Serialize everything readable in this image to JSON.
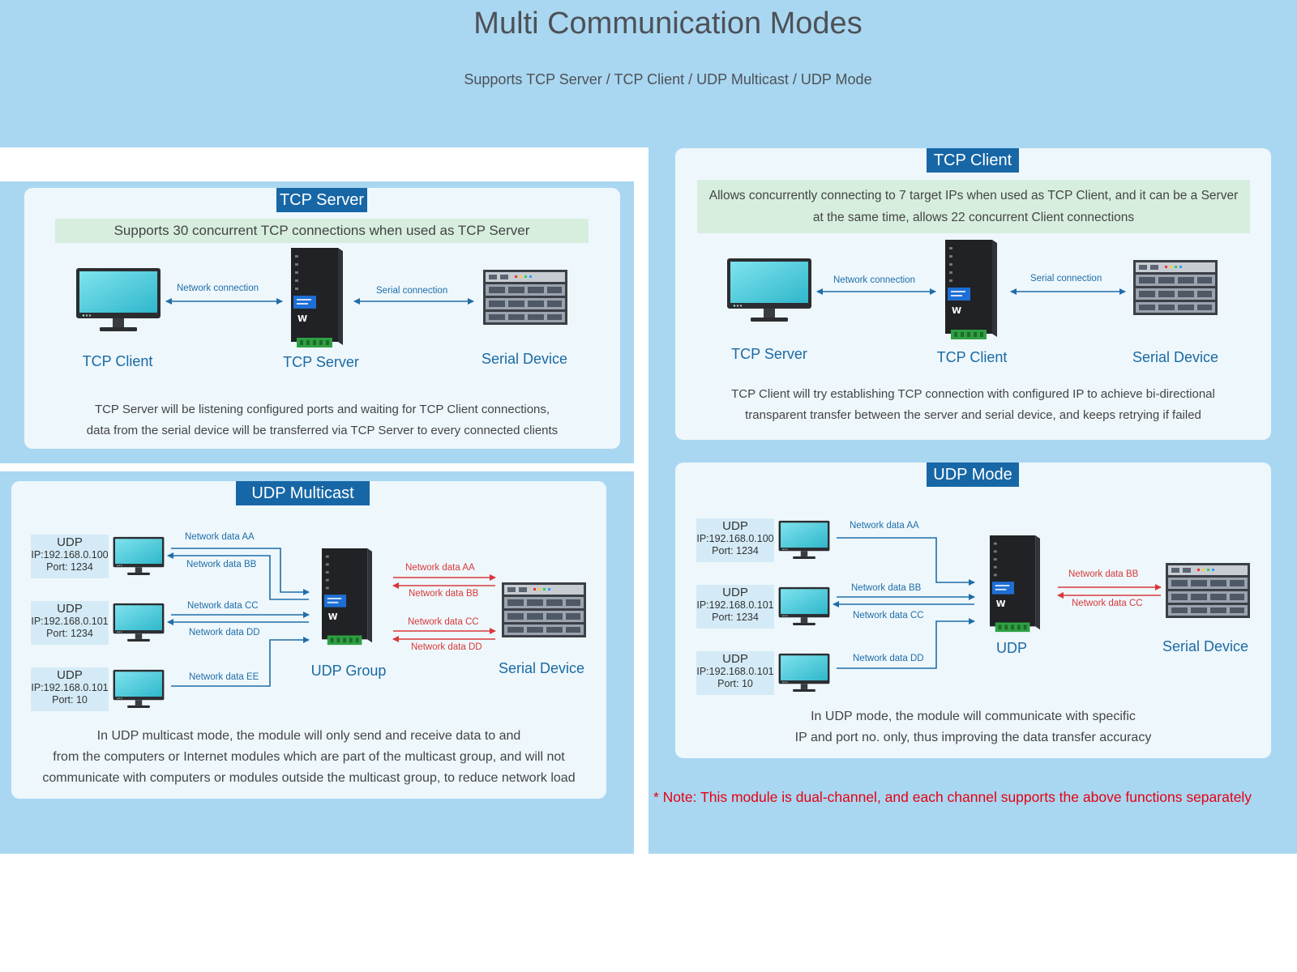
{
  "header": {
    "title": "Multi Communication Modes",
    "subtitle": "Supports TCP Server / TCP Client / UDP Multicast / UDP Mode"
  },
  "tcp_server": {
    "title": "TCP Server",
    "band": "Supports 30 concurrent TCP connections when used as TCP Server",
    "network_label": "Network connection",
    "serial_label": "Serial connection",
    "left_caption": "TCP Client",
    "center_caption": "TCP Server",
    "right_caption": "Serial Device",
    "desc_line1": "TCP Server will be listening configured ports and waiting for TCP Client connections,",
    "desc_line2": "data from the serial device will be transferred via TCP Server to every connected clients"
  },
  "tcp_client": {
    "title": "TCP Client",
    "band_line1": "Allows concurrently connecting to 7 target IPs when used as TCP Client, and it can be a Server",
    "band_line2": "at the same time, allows 22 concurrent Client connections",
    "network_label": "Network connection",
    "serial_label": "Serial connection",
    "left_caption": "TCP Server",
    "center_caption": "TCP Client",
    "right_caption": "Serial Device",
    "desc_line1": "TCP Client will try establishing TCP connection with configured IP to achieve bi-directional",
    "desc_line2": "transparent transfer between the server and serial device, and keeps retrying if failed"
  },
  "udp_multicast": {
    "title": "UDP Multicast",
    "clients": [
      {
        "proto": "UDP",
        "ip": "IP:192.168.0.100",
        "port": "Port:  1234"
      },
      {
        "proto": "UDP",
        "ip": "IP:192.168.0.101",
        "port": "Port:  1234"
      },
      {
        "proto": "UDP",
        "ip": "IP:192.168.0.101",
        "port": "Port:  10"
      }
    ],
    "labels": {
      "aa": "Network data AA",
      "bb": "Network data BB",
      "cc": "Network data CC",
      "dd": "Network data DD",
      "ee": "Network data EE",
      "r_aa": "Network data AA",
      "r_bb": "Network data BB",
      "r_cc": "Network data CC",
      "r_dd": "Network data DD"
    },
    "center_caption": "UDP Group",
    "right_caption": "Serial Device",
    "desc_line1": "In UDP multicast mode, the module will only send and receive data to and",
    "desc_line2": "from the computers or Internet modules which are part of the multicast group, and will not",
    "desc_line3": "communicate with computers or modules outside the multicast group, to reduce network load"
  },
  "udp_mode": {
    "title": "UDP Mode",
    "clients": [
      {
        "proto": "UDP",
        "ip": "IP:192.168.0.100",
        "port": "Port:  1234"
      },
      {
        "proto": "UDP",
        "ip": "IP:192.168.0.101",
        "port": "Port:  1234"
      },
      {
        "proto": "UDP",
        "ip": "IP:192.168.0.101",
        "port": "Port:  10"
      }
    ],
    "labels": {
      "aa": "Network data AA",
      "bb": "Network data BB",
      "cc": "Network data CC",
      "dd": "Network data DD",
      "r_bb": "Network data BB",
      "r_cc": "Network data CC"
    },
    "center_caption": "UDP",
    "right_caption": "Serial Device",
    "desc_line1": "In UDP mode, the module will communicate with specific",
    "desc_line2": "IP and port no. only, thus improving the data transfer accuracy"
  },
  "note": "* Note: This module is dual-channel, and each channel supports the above functions separately",
  "colors": {
    "background": "#a9d7f1",
    "panel": "#eef7fc",
    "title_badge": "#1767a6",
    "caption": "#1a6aa3",
    "band": "#d7eedf",
    "arrow_blue": "#1f6ea8",
    "arrow_red": "#d83a3a",
    "note": "#e60012"
  }
}
